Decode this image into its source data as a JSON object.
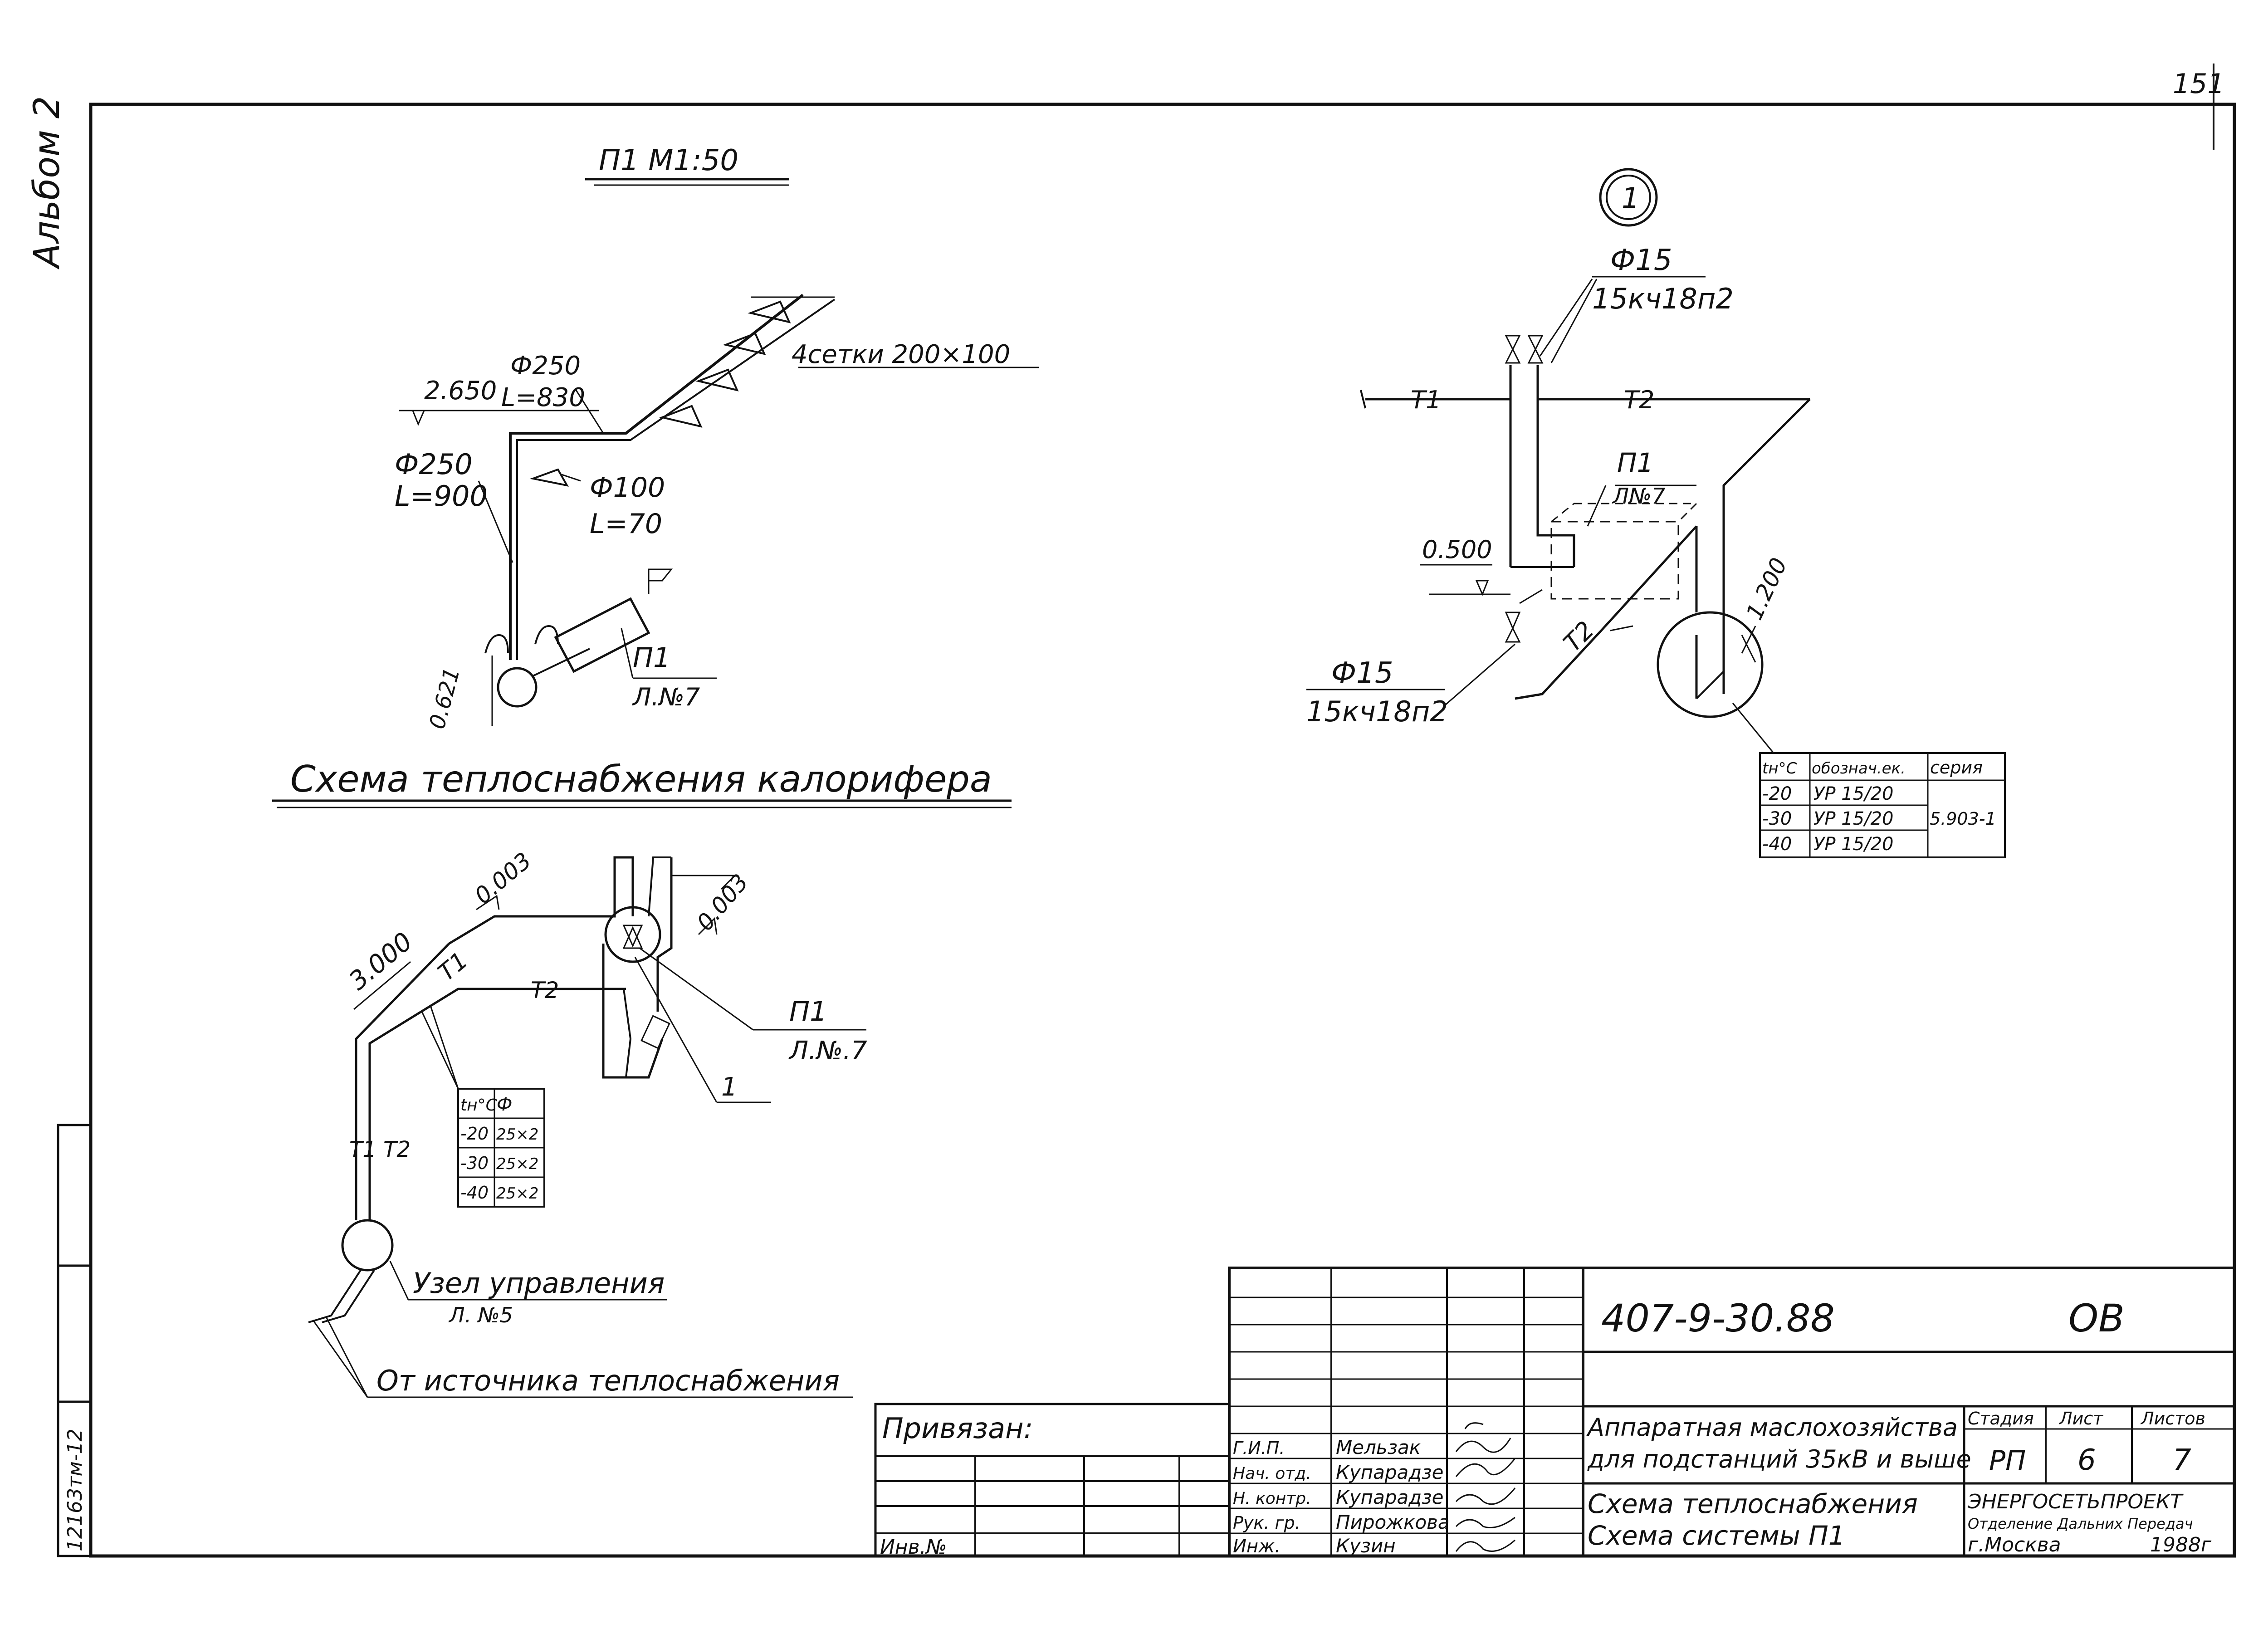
{
  "page_number": "151",
  "side_label": "Альбом 2",
  "side_code": "12163тм-12",
  "view_p1": {
    "title": "П1 М1:50",
    "level_2650": "2.650",
    "dia_250_top": "Ф250",
    "len_830": "L=830",
    "grilles": "4сетки 200×100",
    "dia_250": "Ф250",
    "len_900": "L=900",
    "dia_100": "Ф100",
    "len_70": "L=70",
    "level_0621": "0.621",
    "ref_p1": "П1",
    "ref_sheet": "Л.№7"
  },
  "heating_scheme": {
    "title": "Схема теплоснабжения калорифера",
    "level_3000": "3.000",
    "slope_1": "0.003",
    "slope_2": "0.003",
    "pipe_t1": "Т1",
    "pipe_t2": "Т2",
    "pipe_t1_t2": "Т1 Т2",
    "ref_p1": "П1",
    "ref_sheet": "Л.№.7",
    "callout": "1",
    "table": {
      "headers": [
        "tн°С",
        "Ф"
      ],
      "rows": [
        [
          "-20",
          "25×2"
        ],
        [
          "-30",
          "25×2"
        ],
        [
          "-40",
          "25×2"
        ]
      ]
    },
    "control_unit": "Узел управления",
    "control_sheet": "Л. №5",
    "source": "От источника теплоснабжения"
  },
  "detail_1": {
    "callout": "1",
    "dia_top": "Ф15",
    "valve_top": "15кч18п2",
    "pipe_t1": "Т1",
    "pipe_t2": "Т2",
    "pipe_t2_diag": "Т2",
    "ref_p1": "П1",
    "ref_sheet": "Л№7",
    "level_0500": "0.500",
    "level_1200": "1.200",
    "dia_bottom": "Ф15",
    "valve_bottom": "15кч18п2",
    "table": {
      "headers": [
        "tн°С",
        "обознач.ек.",
        "серия"
      ],
      "rows": [
        [
          "-20",
          "УР 15/20"
        ],
        [
          "-30",
          "УР 15/20"
        ],
        [
          "-40",
          "УР 15/20"
        ]
      ],
      "series": "5.903-1"
    }
  },
  "title_block": {
    "code": "407-9-30.88",
    "section": "ОВ",
    "privyazan": "Привязан:",
    "inv_no": "Инв.№",
    "roles": [
      {
        "role": "Г.И.П.",
        "name": "Мельзак"
      },
      {
        "role": "Нач. отд.",
        "name": "Купарадзе"
      },
      {
        "role": "Н. контр.",
        "name": "Купарадзе"
      },
      {
        "role": "Рук. гр.",
        "name": "Пирожкова"
      },
      {
        "role": "Инж.",
        "name": "Кузин"
      }
    ],
    "object_line1": "Аппаратная маслохозяйства",
    "object_line2": "для подстанций 35кВ и выше",
    "sheet_title_line1": "Схема теплоснабжения",
    "sheet_title_line2": "Схема системы П1",
    "stage_label": "Стадия",
    "sheet_label": "Лист",
    "sheets_label": "Листов",
    "stage": "РП",
    "sheet": "6",
    "sheets": "7",
    "org_line1": "ЭНЕРГОСЕТЬПРОЕКТ",
    "org_line2": "Отделение Дальних Передач",
    "org_line3": "г.Москва",
    "year": "1988г"
  }
}
